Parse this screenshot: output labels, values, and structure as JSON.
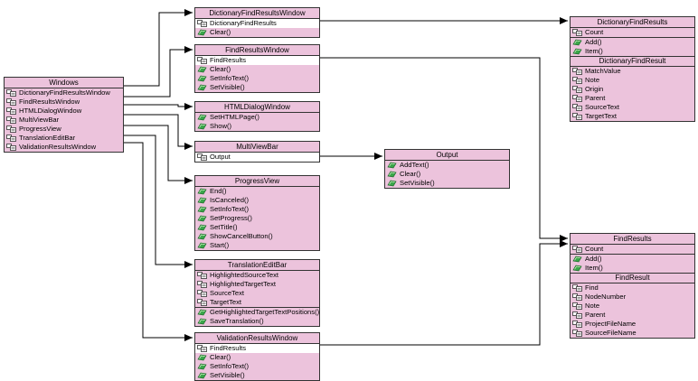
{
  "nodes": [
    {
      "id": "windows",
      "title": "Windows",
      "rows": [
        {
          "text": "DictionaryFindResultsWindow",
          "kind": "property"
        },
        {
          "text": "FindResultsWindow",
          "kind": "property"
        },
        {
          "text": "HTMLDialogWindow",
          "kind": "property"
        },
        {
          "text": "MultiViewBar",
          "kind": "property"
        },
        {
          "text": "ProgressView",
          "kind": "property"
        },
        {
          "text": "TranslationEditBar",
          "kind": "property"
        },
        {
          "text": "ValidationResultsWindow",
          "kind": "property"
        }
      ]
    },
    {
      "id": "dfrw",
      "title": "DictionaryFindResultsWindow",
      "rows": [
        {
          "text": "DictionaryFindResults",
          "kind": "property",
          "selected": true
        },
        {
          "text": "Clear()",
          "kind": "method"
        }
      ]
    },
    {
      "id": "frw",
      "title": "FindResultsWindow",
      "rows": [
        {
          "text": "FindResults",
          "kind": "property",
          "selected": true
        },
        {
          "text": "Clear()",
          "kind": "method"
        },
        {
          "text": "SetInfoText()",
          "kind": "method"
        },
        {
          "text": "SetVisible()",
          "kind": "method"
        }
      ]
    },
    {
      "id": "html",
      "title": "HTMLDialogWindow",
      "rows": [
        {
          "text": "SetHTMLPage()",
          "kind": "method"
        },
        {
          "text": "Show()",
          "kind": "method"
        }
      ]
    },
    {
      "id": "mvb",
      "title": "MultiViewBar",
      "rows": [
        {
          "text": "Output",
          "kind": "property",
          "selected": true
        }
      ]
    },
    {
      "id": "pv",
      "title": "ProgressView",
      "rows": [
        {
          "text": "End()",
          "kind": "method"
        },
        {
          "text": "IsCanceled()",
          "kind": "method"
        },
        {
          "text": "SetInfoText()",
          "kind": "method"
        },
        {
          "text": "SetProgress()",
          "kind": "method"
        },
        {
          "text": "SetTitle()",
          "kind": "method"
        },
        {
          "text": "ShowCancelButton()",
          "kind": "method"
        },
        {
          "text": "Start()",
          "kind": "method"
        }
      ]
    },
    {
      "id": "teb",
      "title": "TranslationEditBar",
      "rows": [
        {
          "text": "HighlightedSourceText",
          "kind": "property"
        },
        {
          "text": "HighlightedTargetText",
          "kind": "property"
        },
        {
          "text": "SourceText",
          "kind": "property"
        },
        {
          "text": "TargetText",
          "kind": "property",
          "sep": true
        },
        {
          "text": "GetHighlightedTargetTextPositions()",
          "kind": "method"
        },
        {
          "text": "SaveTranslation()",
          "kind": "method"
        }
      ]
    },
    {
      "id": "vrw",
      "title": "ValidationResultsWindow",
      "rows": [
        {
          "text": "FindResults",
          "kind": "property",
          "selected": true
        },
        {
          "text": "Clear()",
          "kind": "method"
        },
        {
          "text": "SetInfoText()",
          "kind": "method"
        },
        {
          "text": "SetVisible()",
          "kind": "method"
        }
      ]
    },
    {
      "id": "out",
      "title": "Output",
      "rows": [
        {
          "text": "AddText()",
          "kind": "method"
        },
        {
          "text": "Clear()",
          "kind": "method"
        },
        {
          "text": "SetVisible()",
          "kind": "method"
        }
      ]
    },
    {
      "id": "dfr",
      "title": "DictionaryFindResults",
      "rows": [
        {
          "text": "Count",
          "kind": "property",
          "sep": true
        },
        {
          "text": "Add()",
          "kind": "method"
        },
        {
          "text": "Item()",
          "kind": "method"
        }
      ],
      "subtitle": "DictionaryFindResult",
      "subrows": [
        {
          "text": "MatchValue",
          "kind": "property"
        },
        {
          "text": "Note",
          "kind": "property"
        },
        {
          "text": "Origin",
          "kind": "property"
        },
        {
          "text": "Parent",
          "kind": "property"
        },
        {
          "text": "SourceText",
          "kind": "property"
        },
        {
          "text": "TargetText",
          "kind": "property"
        }
      ]
    },
    {
      "id": "fr",
      "title": "FindResults",
      "rows": [
        {
          "text": "Count",
          "kind": "property",
          "sep": true
        },
        {
          "text": "Add()",
          "kind": "method"
        },
        {
          "text": "Item()",
          "kind": "method"
        }
      ],
      "subtitle": "FindResult",
      "subrows": [
        {
          "text": "Find",
          "kind": "property"
        },
        {
          "text": "NodeNumber",
          "kind": "property"
        },
        {
          "text": "Note",
          "kind": "property"
        },
        {
          "text": "Parent",
          "kind": "property"
        },
        {
          "text": "ProjectFileName",
          "kind": "property"
        },
        {
          "text": "SourceFileName",
          "kind": "property"
        }
      ]
    }
  ],
  "edges": [
    {
      "from": "windows",
      "to": "dfrw"
    },
    {
      "from": "windows",
      "to": "frw"
    },
    {
      "from": "windows",
      "to": "html"
    },
    {
      "from": "windows",
      "to": "mvb"
    },
    {
      "from": "windows",
      "to": "pv"
    },
    {
      "from": "windows",
      "to": "teb"
    },
    {
      "from": "windows",
      "to": "vrw"
    },
    {
      "from": "dfrw",
      "to": "dfr"
    },
    {
      "from": "frw",
      "to": "fr"
    },
    {
      "from": "vrw",
      "to": "fr"
    },
    {
      "from": "mvb",
      "to": "out"
    }
  ],
  "colors": {
    "box": "#ecc3dc",
    "border": "#333333",
    "line": "#000000"
  }
}
